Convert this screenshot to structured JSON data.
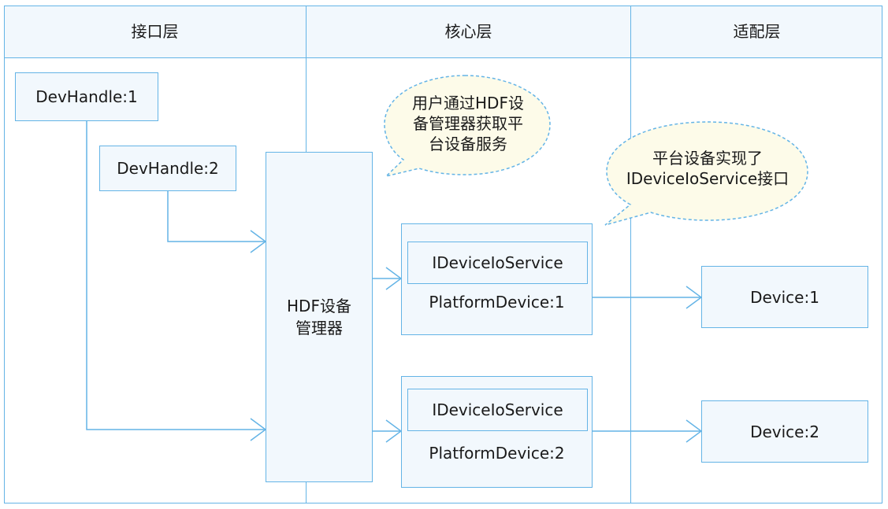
{
  "columns": {
    "interface": "接口层",
    "core": "核心层",
    "adapter": "适配层"
  },
  "nodes": {
    "devhandle1": "DevHandle:1",
    "devhandle2": "DevHandle:2",
    "hdf_manager_line1": "HDF设备",
    "hdf_manager_line2": "管理器",
    "ioservice1": "IDeviceIoService",
    "platform1": "PlatformDevice:1",
    "ioservice2": "IDeviceIoService",
    "platform2": "PlatformDevice:2",
    "device1": "Device:1",
    "device2": "Device:2"
  },
  "callouts": {
    "user_note_line1": "用户通过HDF设",
    "user_note_line2": "备管理器获取平",
    "user_note_line3": "台设备服务",
    "platform_note_line1": "平台设备实现了",
    "platform_note_line2": "IDeviceIoService接口"
  },
  "colors": {
    "line": "#64b4e6",
    "fill": "#f2f8fd",
    "bubble_fill": "#fdfbe9",
    "bubble_stroke": "#64b4e6"
  }
}
